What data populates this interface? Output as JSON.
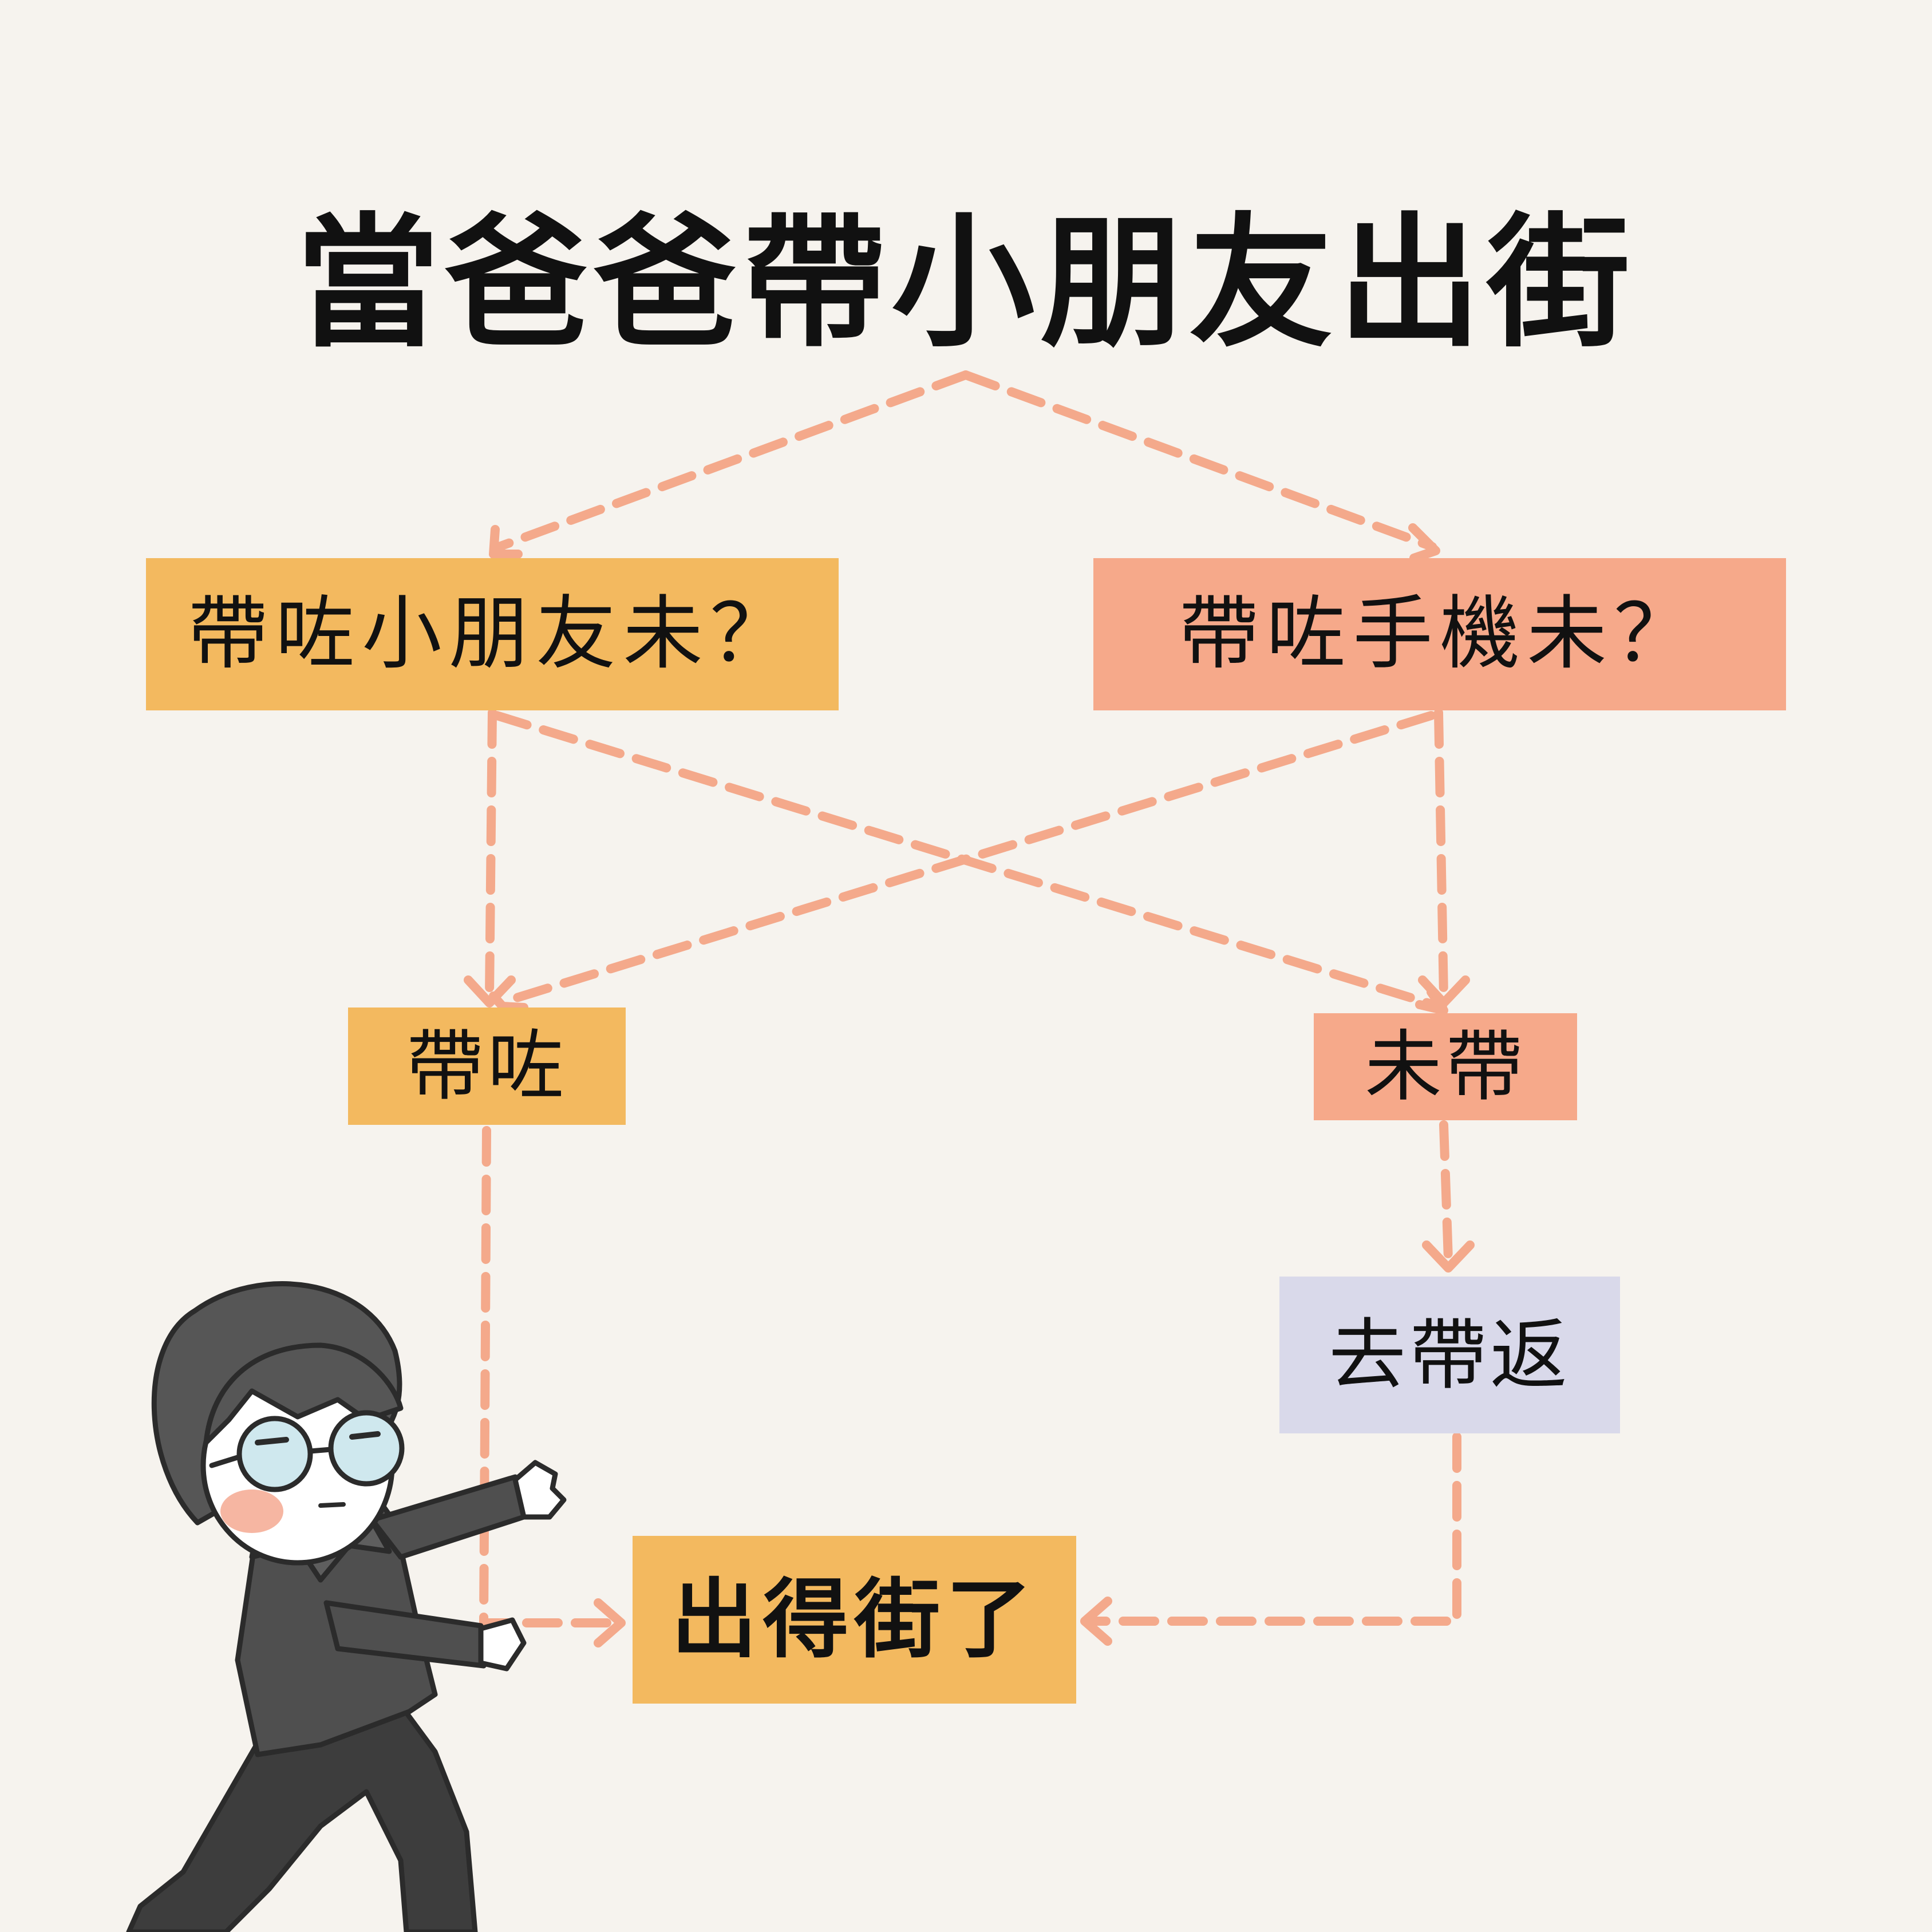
{
  "title": "當爸爸帶小朋友出街",
  "nodes": {
    "question_child": "帶咗小朋友未？",
    "question_phone": "帶咗手機未？",
    "brought": "帶咗",
    "not_brought": "未帶",
    "go_fetch": "去帶返",
    "can_go_out": "出得街了"
  },
  "colors": {
    "background": "#f6f3ee",
    "orange_box": "#f3b95f",
    "salmon_box": "#f6a98a",
    "lavender_box": "#d9d9ea",
    "arrow": "#f4a98b",
    "text": "#111111"
  }
}
